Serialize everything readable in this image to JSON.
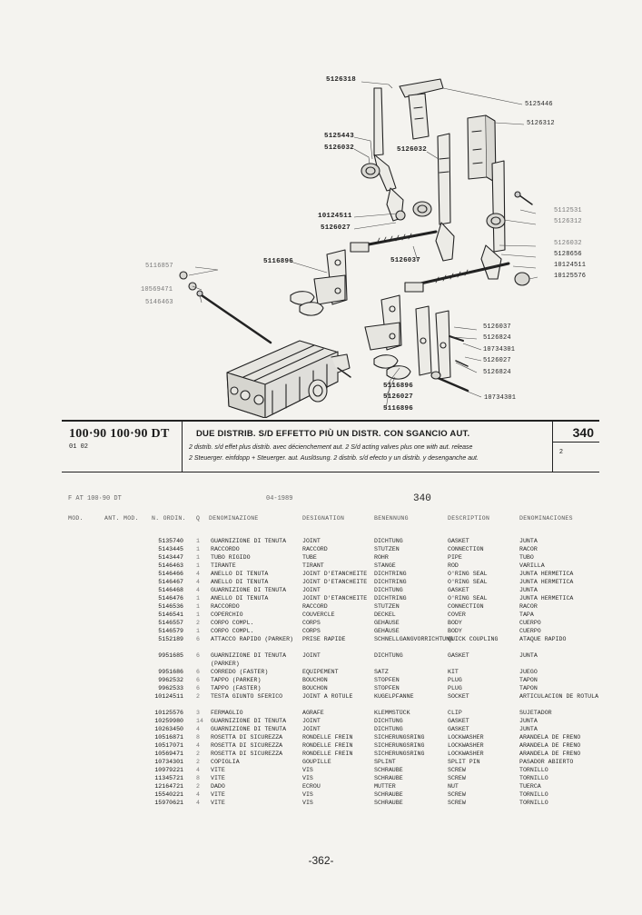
{
  "diagram": {
    "callouts": [
      {
        "id": "c1",
        "text": "5126318"
      },
      {
        "id": "c2",
        "text": "5125446"
      },
      {
        "id": "c3",
        "text": "5126312"
      },
      {
        "id": "c4",
        "text": "5125443"
      },
      {
        "id": "c5",
        "text": "5126032"
      },
      {
        "id": "c6",
        "text": "5126032"
      },
      {
        "id": "c7",
        "text": "5112531"
      },
      {
        "id": "c8",
        "text": "5126312"
      },
      {
        "id": "c9",
        "text": "10124511"
      },
      {
        "id": "c10",
        "text": "5126027"
      },
      {
        "id": "c11",
        "text": "5126032"
      },
      {
        "id": "c12",
        "text": "5128656"
      },
      {
        "id": "c13",
        "text": "10124511"
      },
      {
        "id": "c14",
        "text": "10125576"
      },
      {
        "id": "c15",
        "text": "5116896"
      },
      {
        "id": "c16",
        "text": "5126037"
      },
      {
        "id": "c17",
        "text": "5116857"
      },
      {
        "id": "c18",
        "text": "10569471"
      },
      {
        "id": "c19",
        "text": "5146463"
      },
      {
        "id": "c20",
        "text": "5126037"
      },
      {
        "id": "c21",
        "text": "5126824"
      },
      {
        "id": "c22",
        "text": "10734301"
      },
      {
        "id": "c23",
        "text": "5126027"
      },
      {
        "id": "c24",
        "text": "5126824"
      },
      {
        "id": "c25",
        "text": "5116896"
      },
      {
        "id": "c26",
        "text": "10734301"
      },
      {
        "id": "c27",
        "text": "5126027"
      },
      {
        "id": "c28",
        "text": "5116896"
      }
    ]
  },
  "header": {
    "models": "100·90  100·90 DT",
    "subcode": "01  02",
    "title": "DUE DISTRIB. S/D EFFETTO PIÙ UN DISTR. CON SGANCIO AUT.",
    "line_fr": "2 distrib. s/d effet plus distrib. avec décienchement aut.   2 S/d acting valves plus one with aut. release",
    "line_de": "2 Steuerger. einfdopp + Steuerger. aut. Auslösung.   2 distrib. s/d efecto y un distrib. y desenganche aut.",
    "figure": "340",
    "figure_ref": "2"
  },
  "list": {
    "meta_left": "F AT 100·90 DT",
    "meta_date": "04-1989",
    "meta_fig": "340",
    "columns": {
      "mod": "MOD.",
      "ant_mod": "ANT. MOD.",
      "ordine": "N. ORDIN.",
      "q": "Q",
      "it": "DENOMINAZIONE",
      "fr": "DESIGNATION",
      "de": "BENENNUNG",
      "en": "DESCRIPTION",
      "es": "DENOMINACIONES"
    },
    "rows": [
      {
        "ord": "5135740",
        "q": "1",
        "it": "GUARNIZIONE DI TENUTA",
        "fr": "JOINT",
        "de": "DICHTUNG",
        "en": "GASKET",
        "es": "JUNTA"
      },
      {
        "ord": "5143445",
        "q": "1",
        "it": "RACCORDO",
        "fr": "RACCORD",
        "de": "STUTZEN",
        "en": "CONNECTION",
        "es": "RACOR"
      },
      {
        "ord": "5143447",
        "q": "1",
        "it": "TUBO RIGIDO",
        "fr": "TUBE",
        "de": "ROHR",
        "en": "PIPE",
        "es": "TUBO"
      },
      {
        "ord": "5146463",
        "q": "1",
        "it": "TIRANTE",
        "fr": "TIRANT",
        "de": "STANGE",
        "en": "ROD",
        "es": "VARILLA"
      },
      {
        "ord": "5146466",
        "q": "4",
        "it": "ANELLO DI TENUTA",
        "fr": "JOINT D'ETANCHEITE",
        "de": "DICHTRING",
        "en": "O'RING SEAL",
        "es": "JUNTA HERMETICA"
      },
      {
        "ord": "5146467",
        "q": "4",
        "it": "ANELLO DI TENUTA",
        "fr": "JOINT D'ETANCHEITE",
        "de": "DICHTRING",
        "en": "O'RING SEAL",
        "es": "JUNTA HERMETICA"
      },
      {
        "ord": "5146468",
        "q": "4",
        "it": "GUARNIZIONE DI TENUTA",
        "fr": "JOINT",
        "de": "DICHTUNG",
        "en": "GASKET",
        "es": "JUNTA"
      },
      {
        "ord": "5146476",
        "q": "1",
        "it": "ANELLO DI TENUTA",
        "fr": "JOINT D'ETANCHEITE",
        "de": "DICHTRING",
        "en": "O'RING SEAL",
        "es": "JUNTA HERMETICA"
      },
      {
        "ord": "5146536",
        "q": "1",
        "it": "RACCORDO",
        "fr": "RACCORD",
        "de": "STUTZEN",
        "en": "CONNECTION",
        "es": "RACOR"
      },
      {
        "ord": "5146541",
        "q": "1",
        "it": "COPERCHIO",
        "fr": "COUVERCLE",
        "de": "DECKEL",
        "en": "COVER",
        "es": "TAPA"
      },
      {
        "ord": "5146557",
        "q": "2",
        "it": "CORPO COMPL.",
        "fr": "CORPS",
        "de": "GEHÄUSE",
        "en": "BODY",
        "es": "CUERPO"
      },
      {
        "ord": "5146579",
        "q": "1",
        "it": "CORPO COMPL.",
        "fr": "CORPS",
        "de": "GEHÄUSE",
        "en": "BODY",
        "es": "CUERPO"
      },
      {
        "ord": "5152189",
        "q": "6",
        "it": "ATTACCO RAPIDO (PARKER)",
        "fr": "PRISE RAPIDE",
        "de": "SCHNELLGANGVORRICHTUNG",
        "en": "QUICK COUPLING",
        "es": "ATAQUE RAPIDO",
        "tall": true
      },
      {
        "ord": "9951685",
        "q": "6",
        "it": "GUARNIZIONE DI TENUTA (PARKER)",
        "fr": "JOINT",
        "de": "DICHTUNG",
        "en": "GASKET",
        "es": "JUNTA",
        "tall": true
      },
      {
        "ord": "9951686",
        "q": "6",
        "it": "CORREDO (FASTER)",
        "fr": "EQUIPEMENT",
        "de": "SATZ",
        "en": "KIT",
        "es": "JUEGO"
      },
      {
        "ord": "9962532",
        "q": "6",
        "it": "TAPPO (PARKER)",
        "fr": "BOUCHON",
        "de": "STOPFEN",
        "en": "PLUG",
        "es": "TAPON"
      },
      {
        "ord": "9962533",
        "q": "6",
        "it": "TAPPO (FASTER)",
        "fr": "BOUCHON",
        "de": "STOPFEN",
        "en": "PLUG",
        "es": "TAPON"
      },
      {
        "ord": "10124511",
        "q": "2",
        "it": "TESTA GIUNTO SFERICO",
        "fr": "JOINT A ROTULE",
        "de": "KUGELPFANNE",
        "en": "SOCKET",
        "es": "ARTICULACION DE ROTULA",
        "tall": true
      },
      {
        "ord": "10125576",
        "q": "3",
        "it": "FERMAGLIO",
        "fr": "AGRAFE",
        "de": "KLEMMSTÜCK",
        "en": "CLIP",
        "es": "SUJETADOR"
      },
      {
        "ord": "10259980",
        "q": "14",
        "it": "GUARNIZIONE DI TENUTA",
        "fr": "JOINT",
        "de": "DICHTUNG",
        "en": "GASKET",
        "es": "JUNTA"
      },
      {
        "ord": "10263450",
        "q": "4",
        "it": "GUARNIZIONE DI TENUTA",
        "fr": "JOINT",
        "de": "DICHTUNG",
        "en": "GASKET",
        "es": "JUNTA"
      },
      {
        "ord": "10516871",
        "q": "8",
        "it": "ROSETTA DI SICUREZZA",
        "fr": "RONDELLE FREIN",
        "de": "SICHERUNGSRING",
        "en": "LOCKWASHER",
        "es": "ARANDELA DE FRENO"
      },
      {
        "ord": "10517071",
        "q": "4",
        "it": "ROSETTA DI SICUREZZA",
        "fr": "RONDELLE FREIN",
        "de": "SICHERUNGSRING",
        "en": "LOCKWASHER",
        "es": "ARANDELA DE FRENO"
      },
      {
        "ord": "10569471",
        "q": "2",
        "it": "ROSETTA DI SICUREZZA",
        "fr": "RONDELLE FREIN",
        "de": "SICHERUNGSRING",
        "en": "LOCKWASHER",
        "es": "ARANDELA DE FRENO"
      },
      {
        "ord": "10734301",
        "q": "2",
        "it": "COPIGLIA",
        "fr": "GOUPILLE",
        "de": "SPLINT",
        "en": "SPLIT PIN",
        "es": "PASADOR ABIERTO"
      },
      {
        "ord": "10979221",
        "q": "4",
        "it": "VITE",
        "fr": "VIS",
        "de": "SCHRAUBE",
        "en": "SCREW",
        "es": "TORNILLO"
      },
      {
        "ord": "11345721",
        "q": "8",
        "it": "VITE",
        "fr": "VIS",
        "de": "SCHRAUBE",
        "en": "SCREW",
        "es": "TORNILLO"
      },
      {
        "ord": "12164721",
        "q": "2",
        "it": "DADO",
        "fr": "ECROU",
        "de": "MUTTER",
        "en": "NUT",
        "es": "TUERCA"
      },
      {
        "ord": "15540221",
        "q": "4",
        "it": "VITE",
        "fr": "VIS",
        "de": "SCHRAUBE",
        "en": "SCREW",
        "es": "TORNILLO"
      },
      {
        "ord": "15970621",
        "q": "4",
        "it": "VITE",
        "fr": "VIS",
        "de": "SCHRAUBE",
        "en": "SCREW",
        "es": "TORNILLO"
      }
    ]
  },
  "footer": {
    "page_number": "-362-"
  }
}
